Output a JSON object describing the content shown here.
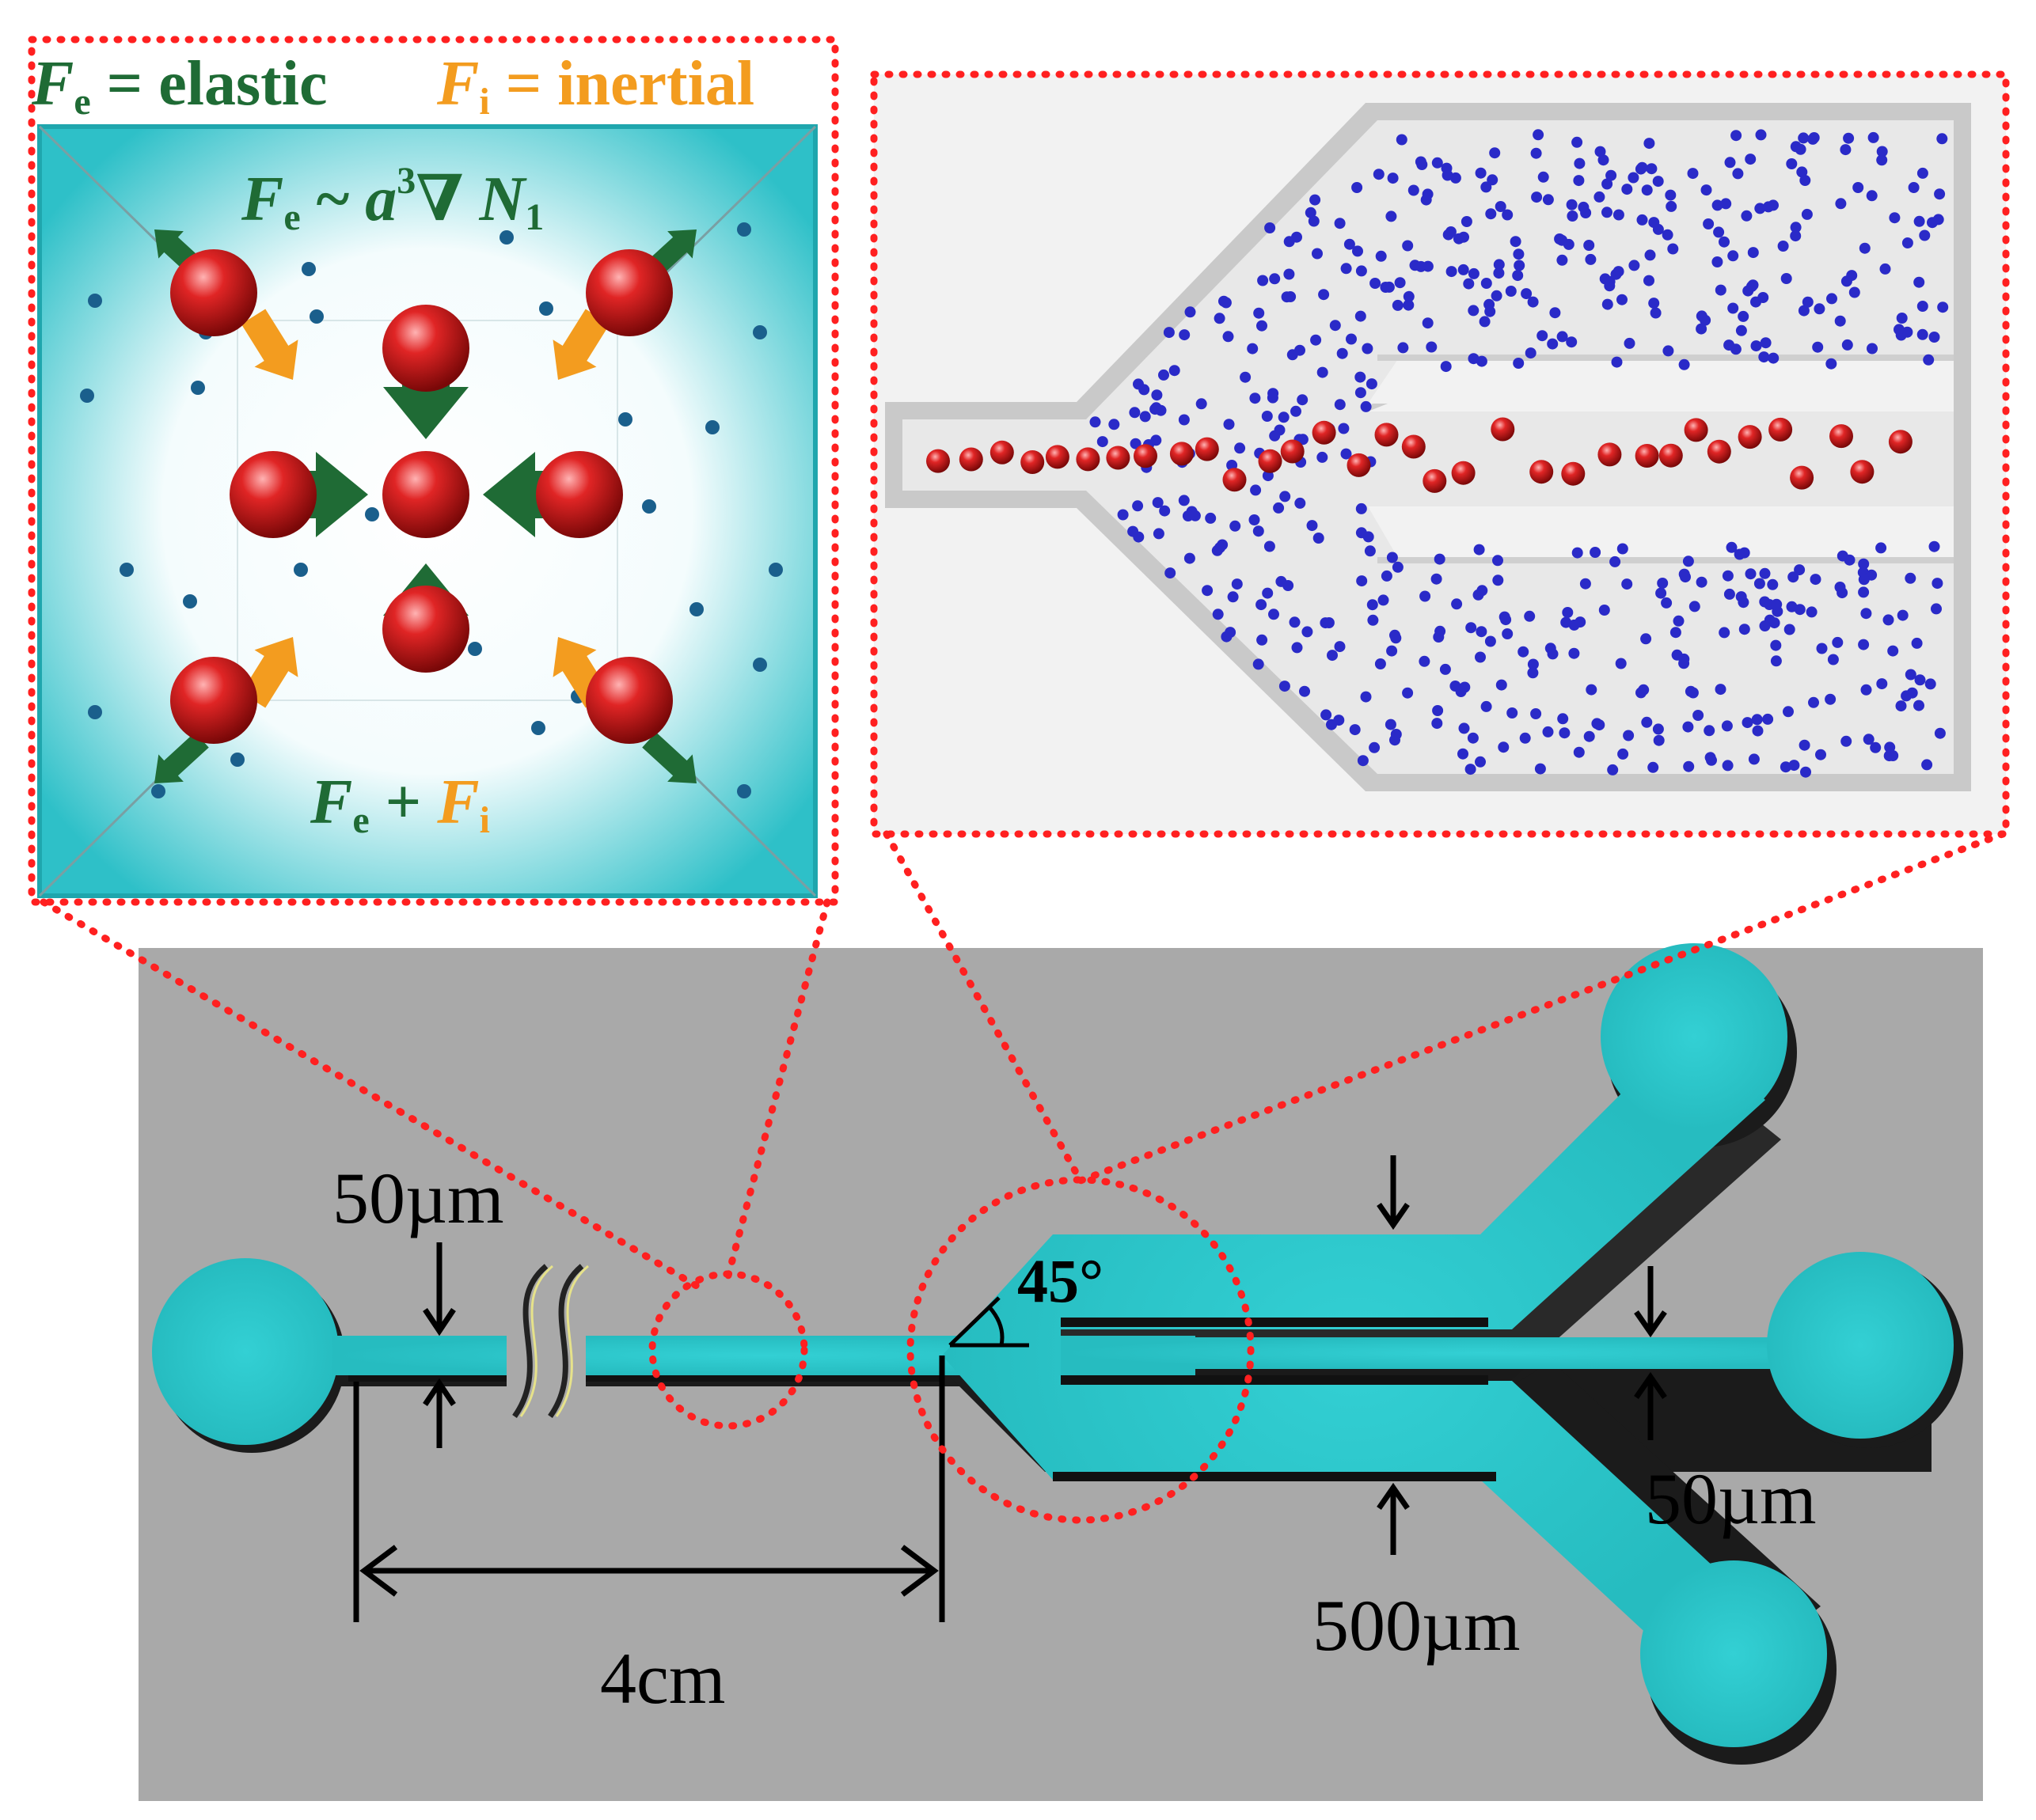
{
  "legend": {
    "fe_symbol": "F",
    "fe_sub": "e",
    "fe_text": " = elastic",
    "fi_symbol": "F",
    "fi_sub": "i",
    "fi_text": " = inertial"
  },
  "cross_section": {
    "formula_top_F": "F",
    "formula_top_sub": "e",
    "formula_top_tilde": " ~ ",
    "formula_top_a": "a",
    "formula_top_exp": "3",
    "formula_top_nabla": "∇",
    "formula_top_N": " N",
    "formula_top_Nsub": "1",
    "formula_bottom_F1": "F",
    "formula_bottom_sub1": "e",
    "formula_bottom_plus": " + ",
    "formula_bottom_F2": "F",
    "formula_bottom_sub2": "i"
  },
  "device": {
    "label_inlet_width": "50µm",
    "label_length": "4cm",
    "label_angle": "45°",
    "label_center_outlet": "50µm",
    "label_side_outlet": "500µm"
  },
  "colors": {
    "channel": "#2ec8cc",
    "background": "#a9a9a9",
    "elastic": "#1f6b35",
    "inertial": "#f39c1f",
    "particle_large": "#cc1f1f",
    "particle_small": "#2a2ac8",
    "zoom_line": "#ff2020"
  }
}
